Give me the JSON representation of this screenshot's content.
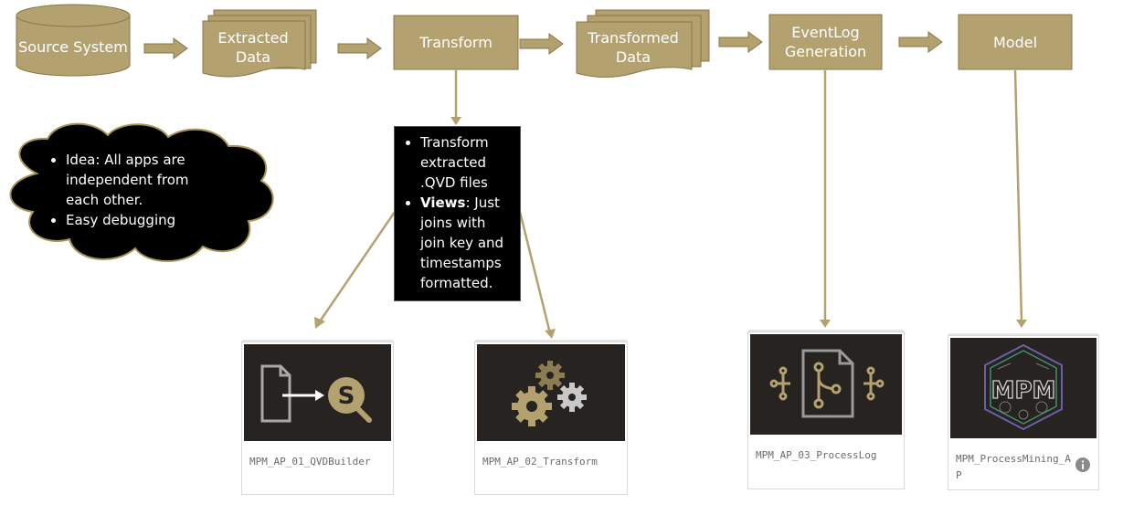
{
  "colors": {
    "gold": "#b4a170",
    "gold_stroke": "#8a7646",
    "dark": "#262320",
    "black": "#000000"
  },
  "flow": {
    "source": "Source System",
    "extracted": "Extracted Data",
    "transform": "Transform",
    "transformed": "Transformed Data",
    "eventlog": "EventLog Generation",
    "model": "Model"
  },
  "note": {
    "item1": "Idea: All apps are independent from each other.",
    "item2": "Easy debugging"
  },
  "transform_note": {
    "item1": "Transform extracted .QVD files",
    "item2_bold": "Views",
    "item2_rest": ": Just joins with join key and timestamps formatted."
  },
  "apps": [
    {
      "name": "MPM_AP_01_QVDBuilder",
      "icon": "file-to-qlik-icon"
    },
    {
      "name": "MPM_AP_02_Transform",
      "icon": "gears-icon"
    },
    {
      "name": "MPM_AP_03_ProcessLog",
      "icon": "process-document-icon"
    },
    {
      "name": "MPM_ProcessMining_AP",
      "icon": "mpm-logo-icon"
    }
  ],
  "icons": {
    "info": "info-icon"
  }
}
